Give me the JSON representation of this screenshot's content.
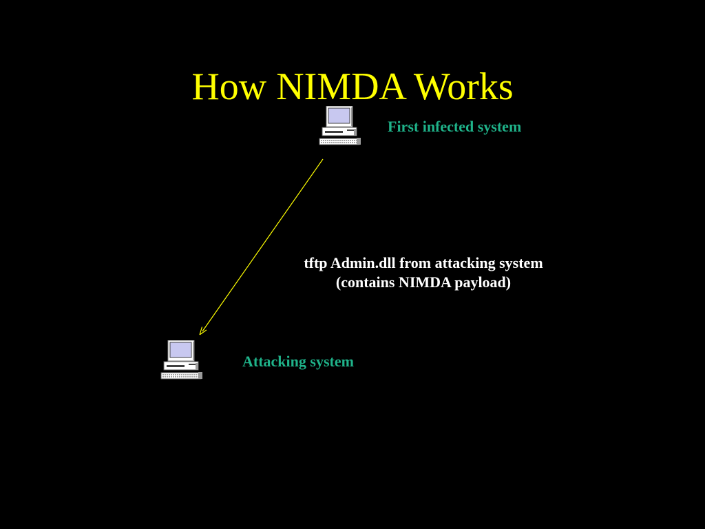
{
  "slide": {
    "title": "How NIMDA Works"
  },
  "nodes": {
    "first_infected": {
      "label": "First infected system",
      "icon": "computer-icon"
    },
    "attacking": {
      "label": "Attacking system",
      "icon": "computer-icon"
    }
  },
  "annotation": {
    "line1": "tftp Admin.dll from attacking system",
    "line2": "(contains NIMDA payload)"
  },
  "colors": {
    "background": "#000000",
    "title": "#ffff00",
    "node_label": "#1fb38a",
    "annotation": "#ffffff",
    "arrow": "#ffff00",
    "screen": "#c8c8f0"
  }
}
